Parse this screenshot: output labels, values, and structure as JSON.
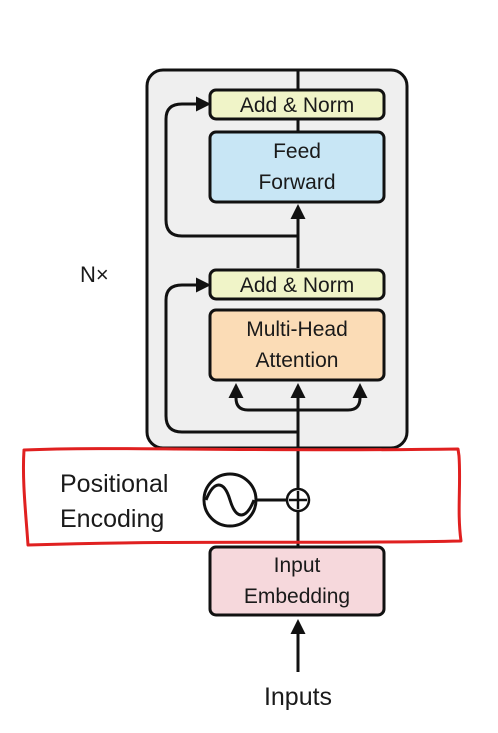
{
  "diagram": {
    "repeat_label": "N×",
    "blocks": {
      "add_norm_top": "Add & Norm",
      "feed_forward": {
        "line1": "Feed",
        "line2": "Forward"
      },
      "add_norm_bottom": "Add & Norm",
      "multi_head_attention": {
        "line1": "Multi-Head",
        "line2": "Attention"
      },
      "input_embedding": {
        "line1": "Input",
        "line2": "Embedding"
      }
    },
    "positional_encoding": {
      "line1": "Positional",
      "line2": "Encoding"
    },
    "inputs_label": "Inputs",
    "colors": {
      "add_norm_fill": "#f0f4c8",
      "feed_forward_fill": "#c8e6f5",
      "attention_fill": "#fbdcb6",
      "embedding_fill": "#f6d8dc",
      "layer_container_fill": "#efefef",
      "highlight_outline": "#e02020"
    },
    "icons": [
      "sine-wave-icon",
      "add-circle-icon"
    ]
  }
}
